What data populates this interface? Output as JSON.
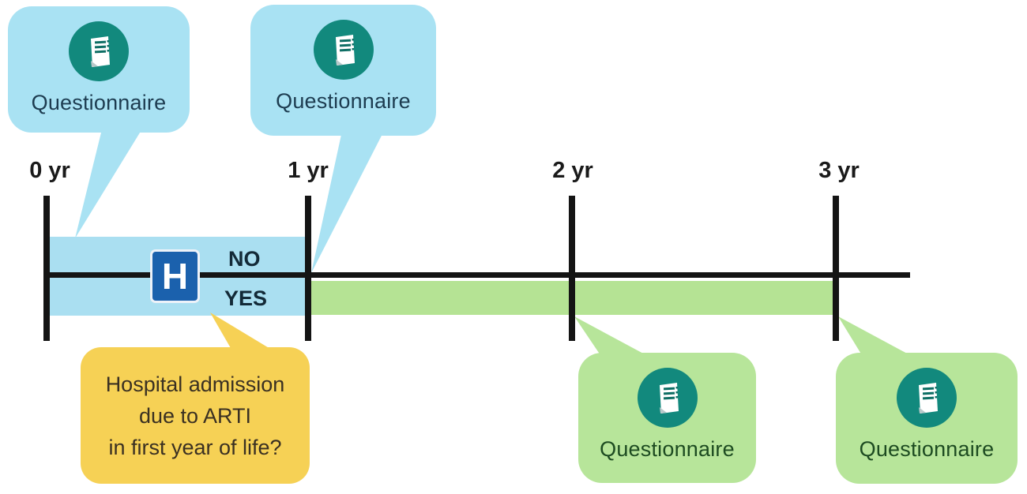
{
  "colors": {
    "blue_bubble": "#a9e2f3",
    "green_bubble": "#b7e59a",
    "yellow_bubble": "#f6d155",
    "blue_band": "#aadff1",
    "green_band": "#b5e394",
    "teal_icon": "#12897d",
    "teal_icon_dark": "#0e6e64",
    "hospital_blue": "#1b61ad",
    "blue_text": "#1d3c50",
    "green_text": "#1d4b21",
    "yellow_text": "#3a3022",
    "dark_text": "#132a38",
    "line_black": "#141414"
  },
  "timeline": {
    "ticks": [
      {
        "label": "0 yr"
      },
      {
        "label": "1 yr"
      },
      {
        "label": "2 yr"
      },
      {
        "label": "3 yr"
      }
    ],
    "no_label": "NO",
    "yes_label": "YES"
  },
  "bubbles": {
    "q0": {
      "label": "Questionnaire"
    },
    "q1": {
      "label": "Questionnaire"
    },
    "q2": {
      "label": "Questionnaire"
    },
    "q3": {
      "label": "Questionnaire"
    }
  },
  "hospital": {
    "icon_letter": "H",
    "question_lines": [
      "Hospital admission",
      "due to ARTI",
      "in first year of life?"
    ]
  }
}
